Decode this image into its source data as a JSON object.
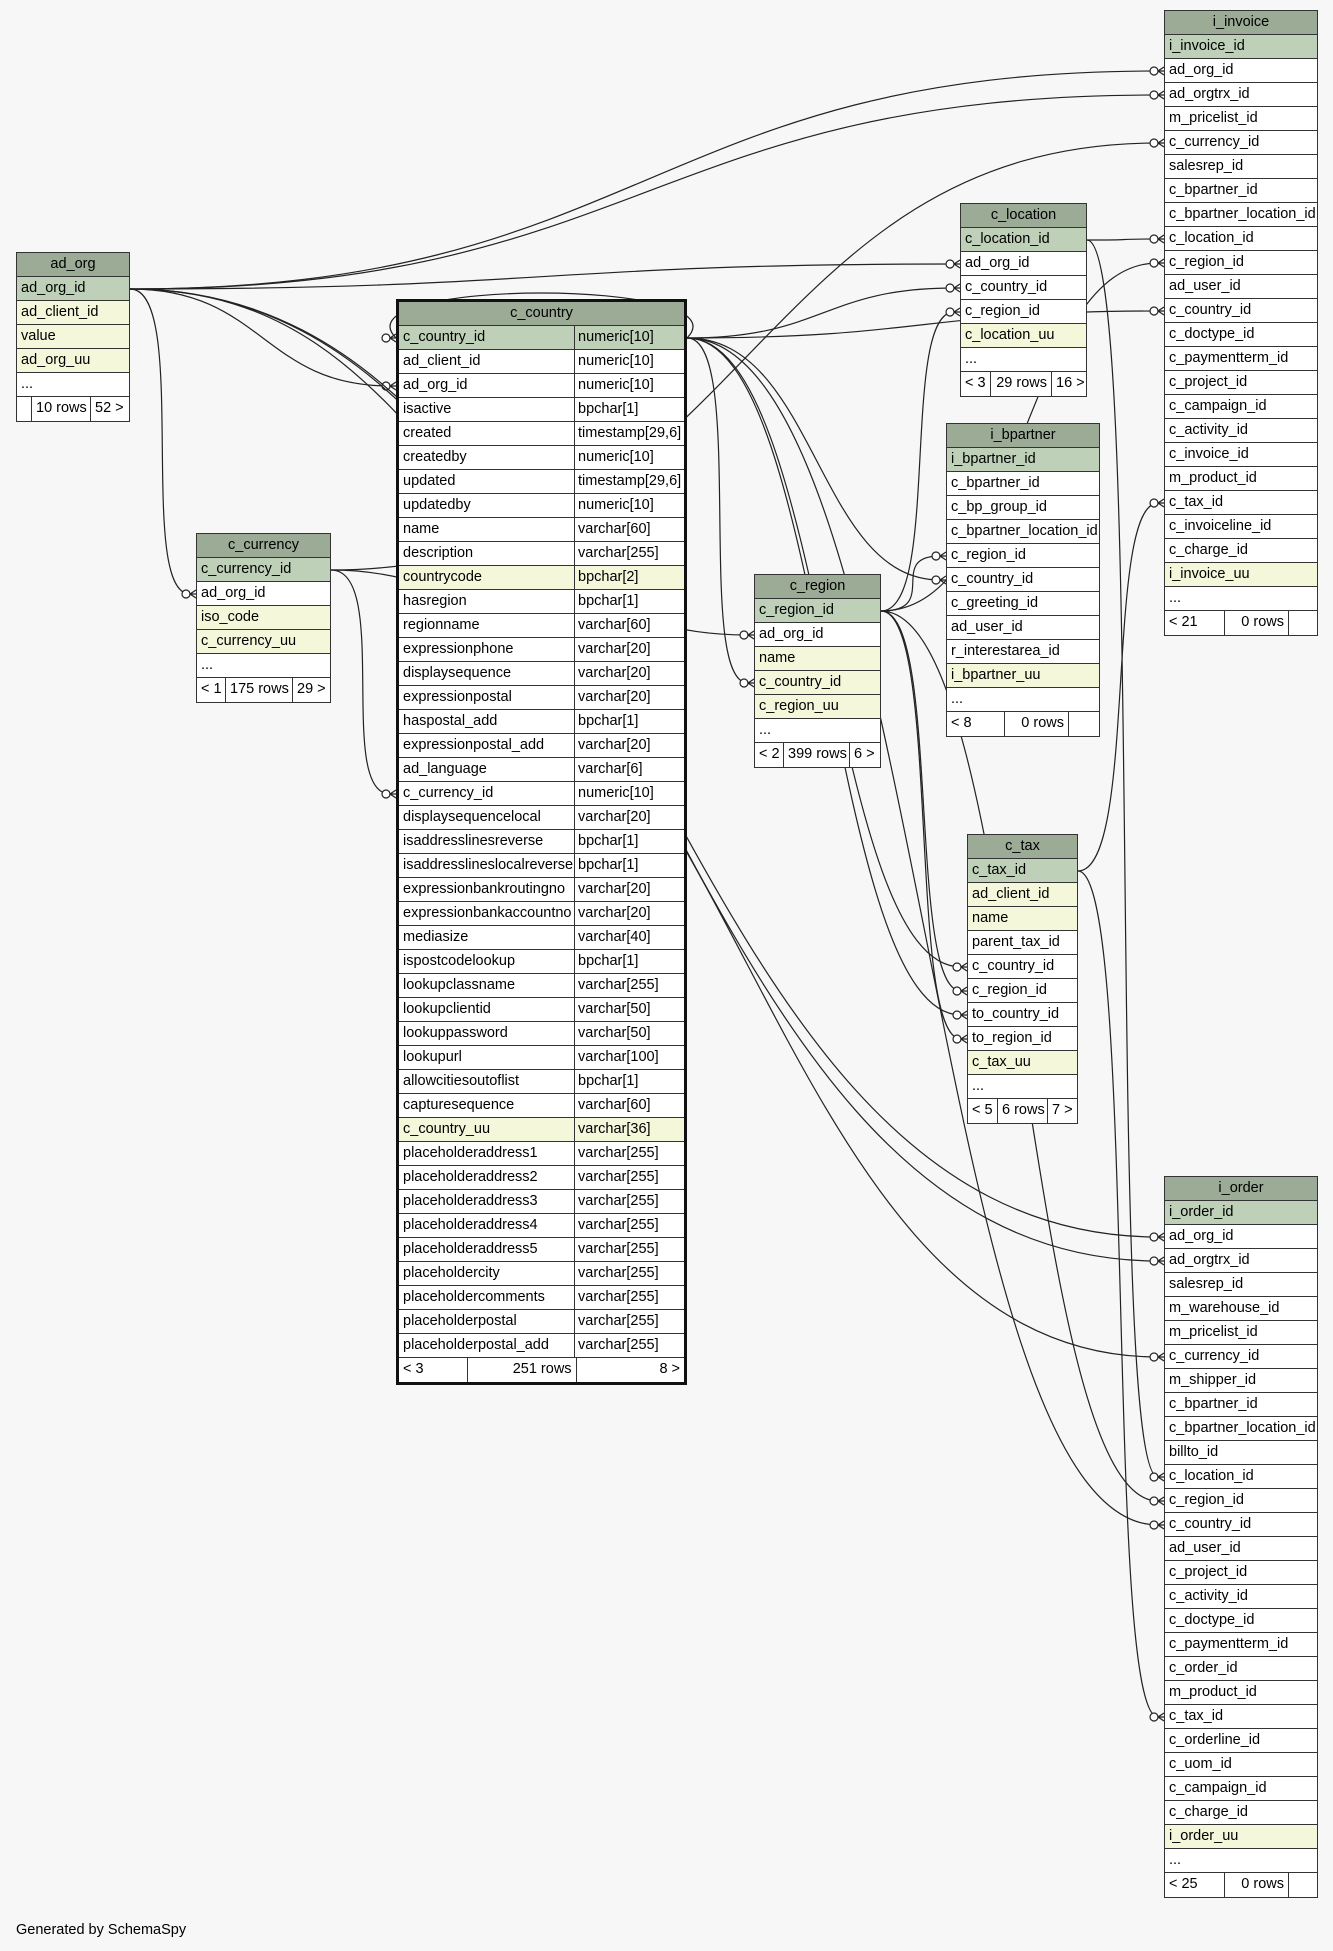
{
  "footer": "Generated by SchemaSpy",
  "tables": {
    "ad_org": {
      "name": "ad_org",
      "columns": [
        {
          "name": "ad_org_id",
          "kind": "pk"
        },
        {
          "name": "ad_client_id",
          "kind": "idx"
        },
        {
          "name": "value",
          "kind": "idx"
        },
        {
          "name": "ad_org_uu",
          "kind": "idx"
        },
        {
          "name": "...",
          "kind": ""
        }
      ],
      "footer": [
        "",
        "10 rows",
        "52 >"
      ]
    },
    "c_currency": {
      "name": "c_currency",
      "columns": [
        {
          "name": "c_currency_id",
          "kind": "pk"
        },
        {
          "name": "ad_org_id",
          "kind": ""
        },
        {
          "name": "iso_code",
          "kind": "idx"
        },
        {
          "name": "c_currency_uu",
          "kind": "idx"
        },
        {
          "name": "...",
          "kind": ""
        }
      ],
      "footer": [
        "< 1",
        "175 rows",
        "29 >"
      ]
    },
    "c_country": {
      "name": "c_country",
      "columns": [
        {
          "name": "c_country_id",
          "type": "numeric[10]",
          "kind": "pk"
        },
        {
          "name": "ad_client_id",
          "type": "numeric[10]",
          "kind": ""
        },
        {
          "name": "ad_org_id",
          "type": "numeric[10]",
          "kind": ""
        },
        {
          "name": "isactive",
          "type": "bpchar[1]",
          "kind": ""
        },
        {
          "name": "created",
          "type": "timestamp[29,6]",
          "kind": ""
        },
        {
          "name": "createdby",
          "type": "numeric[10]",
          "kind": ""
        },
        {
          "name": "updated",
          "type": "timestamp[29,6]",
          "kind": ""
        },
        {
          "name": "updatedby",
          "type": "numeric[10]",
          "kind": ""
        },
        {
          "name": "name",
          "type": "varchar[60]",
          "kind": ""
        },
        {
          "name": "description",
          "type": "varchar[255]",
          "kind": ""
        },
        {
          "name": "countrycode",
          "type": "bpchar[2]",
          "kind": "idx"
        },
        {
          "name": "hasregion",
          "type": "bpchar[1]",
          "kind": ""
        },
        {
          "name": "regionname",
          "type": "varchar[60]",
          "kind": ""
        },
        {
          "name": "expressionphone",
          "type": "varchar[20]",
          "kind": ""
        },
        {
          "name": "displaysequence",
          "type": "varchar[20]",
          "kind": ""
        },
        {
          "name": "expressionpostal",
          "type": "varchar[20]",
          "kind": ""
        },
        {
          "name": "haspostal_add",
          "type": "bpchar[1]",
          "kind": ""
        },
        {
          "name": "expressionpostal_add",
          "type": "varchar[20]",
          "kind": ""
        },
        {
          "name": "ad_language",
          "type": "varchar[6]",
          "kind": ""
        },
        {
          "name": "c_currency_id",
          "type": "numeric[10]",
          "kind": ""
        },
        {
          "name": "displaysequencelocal",
          "type": "varchar[20]",
          "kind": ""
        },
        {
          "name": "isaddresslinesreverse",
          "type": "bpchar[1]",
          "kind": ""
        },
        {
          "name": "isaddresslineslocalreverse",
          "type": "bpchar[1]",
          "kind": ""
        },
        {
          "name": "expressionbankroutingno",
          "type": "varchar[20]",
          "kind": ""
        },
        {
          "name": "expressionbankaccountno",
          "type": "varchar[20]",
          "kind": ""
        },
        {
          "name": "mediasize",
          "type": "varchar[40]",
          "kind": ""
        },
        {
          "name": "ispostcodelookup",
          "type": "bpchar[1]",
          "kind": ""
        },
        {
          "name": "lookupclassname",
          "type": "varchar[255]",
          "kind": ""
        },
        {
          "name": "lookupclientid",
          "type": "varchar[50]",
          "kind": ""
        },
        {
          "name": "lookuppassword",
          "type": "varchar[50]",
          "kind": ""
        },
        {
          "name": "lookupurl",
          "type": "varchar[100]",
          "kind": ""
        },
        {
          "name": "allowcitiesoutoflist",
          "type": "bpchar[1]",
          "kind": ""
        },
        {
          "name": "capturesequence",
          "type": "varchar[60]",
          "kind": ""
        },
        {
          "name": "c_country_uu",
          "type": "varchar[36]",
          "kind": "idx"
        },
        {
          "name": "placeholderaddress1",
          "type": "varchar[255]",
          "kind": ""
        },
        {
          "name": "placeholderaddress2",
          "type": "varchar[255]",
          "kind": ""
        },
        {
          "name": "placeholderaddress3",
          "type": "varchar[255]",
          "kind": ""
        },
        {
          "name": "placeholderaddress4",
          "type": "varchar[255]",
          "kind": ""
        },
        {
          "name": "placeholderaddress5",
          "type": "varchar[255]",
          "kind": ""
        },
        {
          "name": "placeholdercity",
          "type": "varchar[255]",
          "kind": ""
        },
        {
          "name": "placeholdercomments",
          "type": "varchar[255]",
          "kind": ""
        },
        {
          "name": "placeholderpostal",
          "type": "varchar[255]",
          "kind": ""
        },
        {
          "name": "placeholderpostal_add",
          "type": "varchar[255]",
          "kind": ""
        }
      ],
      "footer": [
        "< 3",
        "251 rows",
        "8 >"
      ]
    },
    "c_region": {
      "name": "c_region",
      "columns": [
        {
          "name": "c_region_id",
          "kind": "pk"
        },
        {
          "name": "ad_org_id",
          "kind": ""
        },
        {
          "name": "name",
          "kind": "idx"
        },
        {
          "name": "c_country_id",
          "kind": "idx"
        },
        {
          "name": "c_region_uu",
          "kind": "idx"
        },
        {
          "name": "...",
          "kind": ""
        }
      ],
      "footer": [
        "< 2",
        "399 rows",
        "6 >"
      ]
    },
    "c_location": {
      "name": "c_location",
      "columns": [
        {
          "name": "c_location_id",
          "kind": "pk"
        },
        {
          "name": "ad_org_id",
          "kind": ""
        },
        {
          "name": "c_country_id",
          "kind": ""
        },
        {
          "name": "c_region_id",
          "kind": ""
        },
        {
          "name": "c_location_uu",
          "kind": "idx"
        },
        {
          "name": "...",
          "kind": ""
        }
      ],
      "footer": [
        "< 3",
        "29 rows",
        "16 >"
      ]
    },
    "i_bpartner": {
      "name": "i_bpartner",
      "columns": [
        {
          "name": "i_bpartner_id",
          "kind": "pk"
        },
        {
          "name": "c_bpartner_id",
          "kind": ""
        },
        {
          "name": "c_bp_group_id",
          "kind": ""
        },
        {
          "name": "c_bpartner_location_id",
          "kind": ""
        },
        {
          "name": "c_region_id",
          "kind": ""
        },
        {
          "name": "c_country_id",
          "kind": ""
        },
        {
          "name": "c_greeting_id",
          "kind": ""
        },
        {
          "name": "ad_user_id",
          "kind": ""
        },
        {
          "name": "r_interestarea_id",
          "kind": ""
        },
        {
          "name": "i_bpartner_uu",
          "kind": "idx"
        },
        {
          "name": "...",
          "kind": ""
        }
      ],
      "footer": [
        "< 8",
        "0 rows",
        ""
      ]
    },
    "c_tax": {
      "name": "c_tax",
      "columns": [
        {
          "name": "c_tax_id",
          "kind": "pk"
        },
        {
          "name": "ad_client_id",
          "kind": "idx"
        },
        {
          "name": "name",
          "kind": "idx"
        },
        {
          "name": "parent_tax_id",
          "kind": ""
        },
        {
          "name": "c_country_id",
          "kind": ""
        },
        {
          "name": "c_region_id",
          "kind": ""
        },
        {
          "name": "to_country_id",
          "kind": ""
        },
        {
          "name": "to_region_id",
          "kind": ""
        },
        {
          "name": "c_tax_uu",
          "kind": "idx"
        },
        {
          "name": "...",
          "kind": ""
        }
      ],
      "footer": [
        "< 5",
        "6 rows",
        "7 >"
      ]
    },
    "i_invoice": {
      "name": "i_invoice",
      "columns": [
        {
          "name": "i_invoice_id",
          "kind": "pk"
        },
        {
          "name": "ad_org_id",
          "kind": ""
        },
        {
          "name": "ad_orgtrx_id",
          "kind": ""
        },
        {
          "name": "m_pricelist_id",
          "kind": ""
        },
        {
          "name": "c_currency_id",
          "kind": ""
        },
        {
          "name": "salesrep_id",
          "kind": ""
        },
        {
          "name": "c_bpartner_id",
          "kind": ""
        },
        {
          "name": "c_bpartner_location_id",
          "kind": ""
        },
        {
          "name": "c_location_id",
          "kind": ""
        },
        {
          "name": "c_region_id",
          "kind": ""
        },
        {
          "name": "ad_user_id",
          "kind": ""
        },
        {
          "name": "c_country_id",
          "kind": ""
        },
        {
          "name": "c_doctype_id",
          "kind": ""
        },
        {
          "name": "c_paymentterm_id",
          "kind": ""
        },
        {
          "name": "c_project_id",
          "kind": ""
        },
        {
          "name": "c_campaign_id",
          "kind": ""
        },
        {
          "name": "c_activity_id",
          "kind": ""
        },
        {
          "name": "c_invoice_id",
          "kind": ""
        },
        {
          "name": "m_product_id",
          "kind": ""
        },
        {
          "name": "c_tax_id",
          "kind": ""
        },
        {
          "name": "c_invoiceline_id",
          "kind": ""
        },
        {
          "name": "c_charge_id",
          "kind": ""
        },
        {
          "name": "i_invoice_uu",
          "kind": "idx"
        },
        {
          "name": "...",
          "kind": ""
        }
      ],
      "footer": [
        "< 21",
        "0 rows",
        ""
      ]
    },
    "i_order": {
      "name": "i_order",
      "columns": [
        {
          "name": "i_order_id",
          "kind": "pk"
        },
        {
          "name": "ad_org_id",
          "kind": ""
        },
        {
          "name": "ad_orgtrx_id",
          "kind": ""
        },
        {
          "name": "salesrep_id",
          "kind": ""
        },
        {
          "name": "m_warehouse_id",
          "kind": ""
        },
        {
          "name": "m_pricelist_id",
          "kind": ""
        },
        {
          "name": "c_currency_id",
          "kind": ""
        },
        {
          "name": "m_shipper_id",
          "kind": ""
        },
        {
          "name": "c_bpartner_id",
          "kind": ""
        },
        {
          "name": "c_bpartner_location_id",
          "kind": ""
        },
        {
          "name": "billto_id",
          "kind": ""
        },
        {
          "name": "c_location_id",
          "kind": ""
        },
        {
          "name": "c_region_id",
          "kind": ""
        },
        {
          "name": "c_country_id",
          "kind": ""
        },
        {
          "name": "ad_user_id",
          "kind": ""
        },
        {
          "name": "c_project_id",
          "kind": ""
        },
        {
          "name": "c_activity_id",
          "kind": ""
        },
        {
          "name": "c_doctype_id",
          "kind": ""
        },
        {
          "name": "c_paymentterm_id",
          "kind": ""
        },
        {
          "name": "c_order_id",
          "kind": ""
        },
        {
          "name": "m_product_id",
          "kind": ""
        },
        {
          "name": "c_tax_id",
          "kind": ""
        },
        {
          "name": "c_orderline_id",
          "kind": ""
        },
        {
          "name": "c_uom_id",
          "kind": ""
        },
        {
          "name": "c_campaign_id",
          "kind": ""
        },
        {
          "name": "c_charge_id",
          "kind": ""
        },
        {
          "name": "i_order_uu",
          "kind": "idx"
        },
        {
          "name": "...",
          "kind": ""
        }
      ],
      "footer": [
        "< 25",
        "0 rows",
        ""
      ]
    }
  },
  "relationships": [
    [
      "ad_org.ad_org_id",
      "i_invoice.ad_org_id"
    ],
    [
      "ad_org.ad_org_id",
      "i_invoice.ad_orgtrx_id"
    ],
    [
      "ad_org.ad_org_id",
      "c_location.ad_org_id"
    ],
    [
      "ad_org.ad_org_id",
      "c_country.ad_org_id"
    ],
    [
      "ad_org.ad_org_id",
      "c_currency.ad_org_id"
    ],
    [
      "ad_org.ad_org_id",
      "c_region.ad_org_id"
    ],
    [
      "ad_org.ad_org_id",
      "i_order.ad_org_id"
    ],
    [
      "ad_org.ad_org_id",
      "i_order.ad_orgtrx_id"
    ],
    [
      "c_currency.c_currency_id",
      "c_country.c_currency_id"
    ],
    [
      "c_currency.c_currency_id",
      "i_invoice.c_currency_id"
    ],
    [
      "c_currency.c_currency_id",
      "i_order.c_currency_id"
    ],
    [
      "c_country.c_country_id",
      "c_country.c_country_id"
    ],
    [
      "c_country.c_country_id",
      "c_region.c_country_id"
    ],
    [
      "c_country.c_country_id",
      "c_location.c_country_id"
    ],
    [
      "c_country.c_country_id",
      "i_bpartner.c_country_id"
    ],
    [
      "c_country.c_country_id",
      "c_tax.c_country_id"
    ],
    [
      "c_country.c_country_id",
      "c_tax.to_country_id"
    ],
    [
      "c_country.c_country_id",
      "i_invoice.c_country_id"
    ],
    [
      "c_country.c_country_id",
      "i_order.c_country_id"
    ],
    [
      "c_region.c_region_id",
      "c_location.c_region_id"
    ],
    [
      "c_region.c_region_id",
      "i_bpartner.c_region_id"
    ],
    [
      "c_region.c_region_id",
      "c_tax.c_region_id"
    ],
    [
      "c_region.c_region_id",
      "c_tax.to_region_id"
    ],
    [
      "c_region.c_region_id",
      "i_invoice.c_region_id"
    ],
    [
      "c_region.c_region_id",
      "i_order.c_region_id"
    ],
    [
      "c_location.c_location_id",
      "i_invoice.c_location_id"
    ],
    [
      "c_location.c_location_id",
      "i_order.c_location_id"
    ],
    [
      "c_tax.c_tax_id",
      "i_invoice.c_tax_id"
    ],
    [
      "c_tax.c_tax_id",
      "i_order.c_tax_id"
    ]
  ]
}
